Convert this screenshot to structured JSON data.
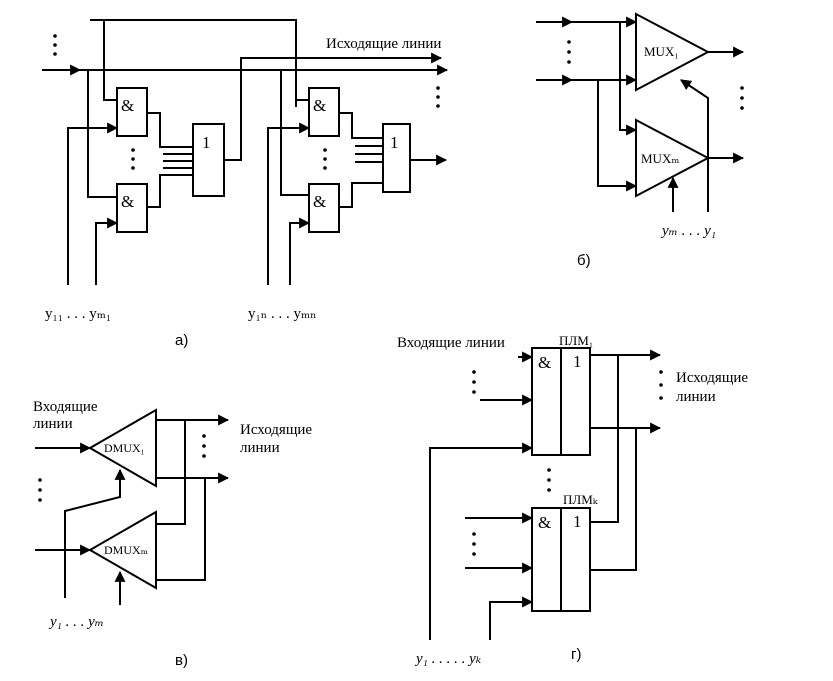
{
  "panel_a": {
    "caption": "а)",
    "outgoing_label": "Исходящие линии",
    "and_label": "&",
    "or_label": "1",
    "y_left_label": "y₁₁ . . . yₘ₁",
    "y_right_label": "y₁ₙ . . . yₘₙ"
  },
  "panel_b": {
    "caption": "б)",
    "mux_top": "MUX₁",
    "mux_bottom": "MUXₘ",
    "y_label": "yₘ . . . y₁"
  },
  "panel_v": {
    "caption": "в)",
    "incoming_label_1": "Входящие",
    "incoming_label_2": "линии",
    "outgoing_label_1": "Исходящие",
    "outgoing_label_2": "линии",
    "dmux_top": "DMUX₁",
    "dmux_bottom": "DMUXₘ",
    "y_label": "y₁ . . . yₘ"
  },
  "panel_g": {
    "caption": "г)",
    "incoming_label": "Входящие линии",
    "outgoing_label_1": "Исходящие",
    "outgoing_label_2": "линии",
    "plm_top": "ПЛМ₁",
    "plm_bottom": "ПЛМₖ",
    "and_label": "&",
    "or_label": "1",
    "y_label": "y₁ . . . . . yₖ"
  }
}
